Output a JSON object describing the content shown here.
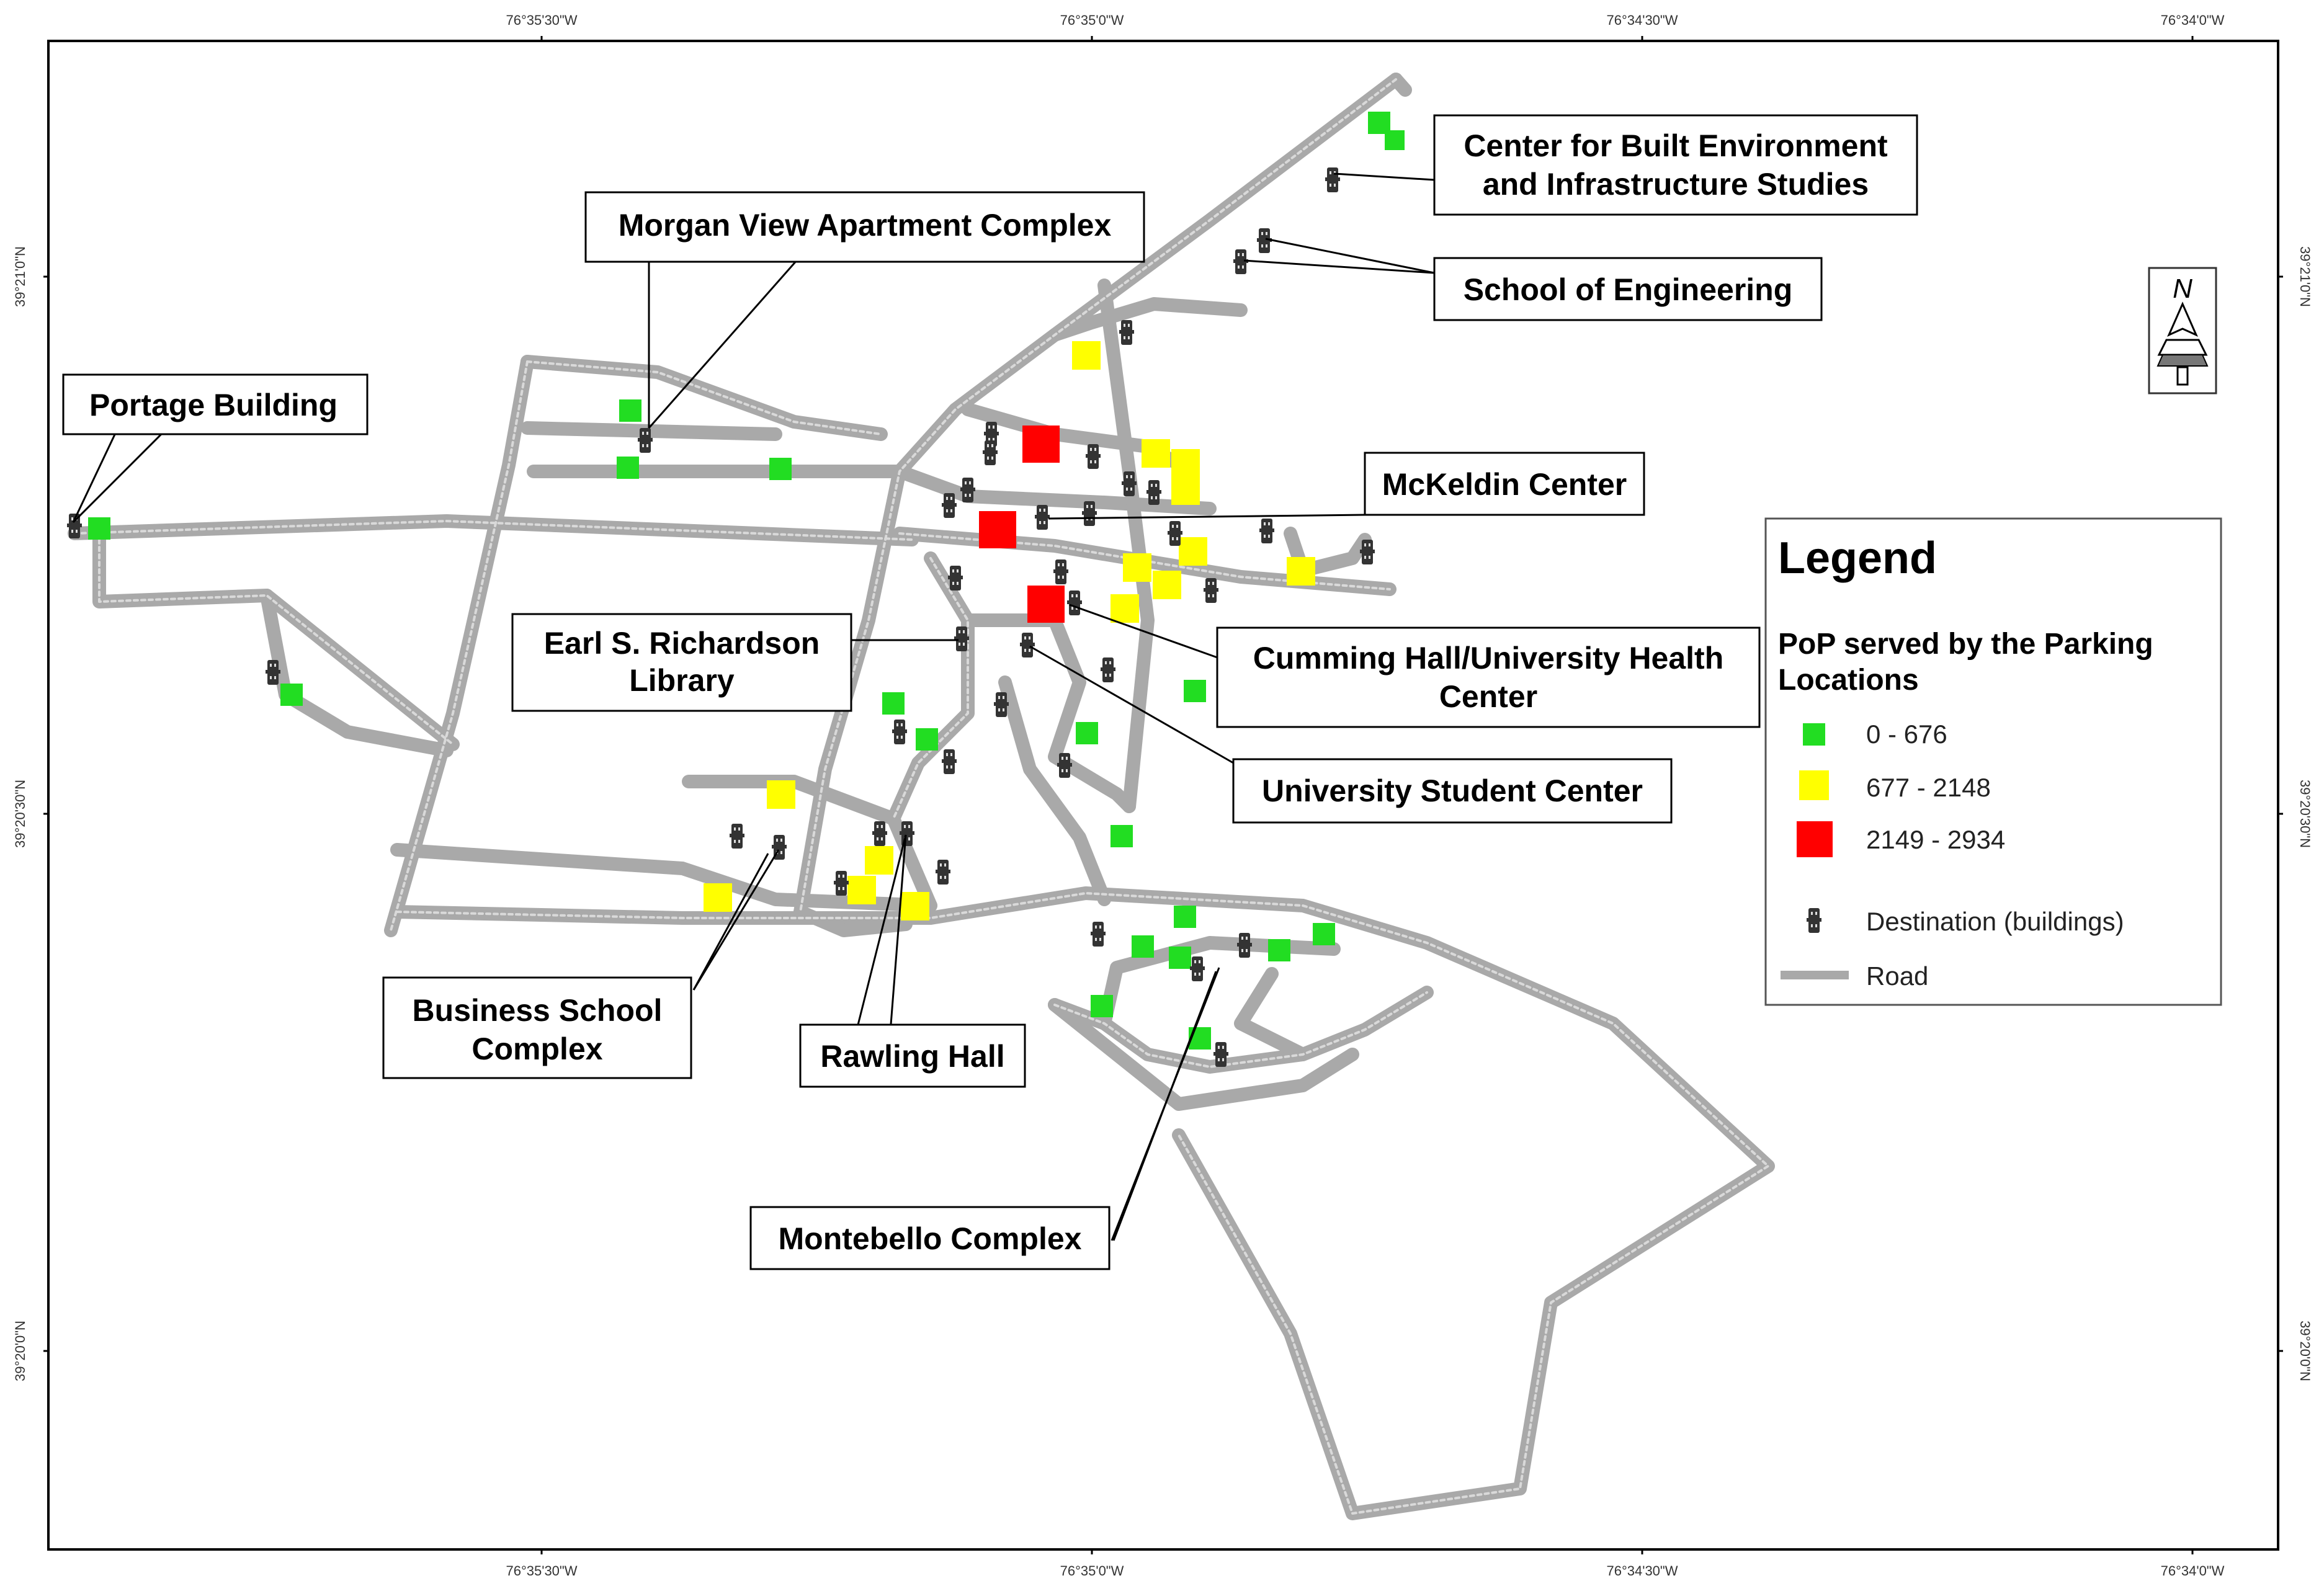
{
  "colors": {
    "road": "#a9a9a9",
    "road_center": "#d9d9d9",
    "class_low": "#22dd22",
    "class_mid": "#ffff00",
    "class_high": "#ff0000",
    "building": "#333333"
  },
  "graticule": {
    "top": [
      "76°35'30\"W",
      "76°35'0\"W",
      "76°34'30\"W",
      "76°34'0\"W"
    ],
    "bottom": [
      "76°35'30\"W",
      "76°35'0\"W",
      "76°34'30\"W",
      "76°34'0\"W"
    ],
    "left": [
      "39°21'0\"N",
      "39°20'30\"N",
      "39°20'0\"N"
    ],
    "right": [
      "39°21'0\"N",
      "39°20'30\"N",
      "39°20'0\"N"
    ]
  },
  "north_arrow": {
    "letter": "N",
    "icon": "north-arrow-icon"
  },
  "labels": {
    "center_built": [
      "Center for Built Environment",
      "and Infrastructure Studies"
    ],
    "morgan_view": [
      "Morgan View Apartment Complex"
    ],
    "school_eng": [
      "School of Engineering"
    ],
    "portage": [
      "Portage Building"
    ],
    "mckeldin": [
      "McKeldin Center"
    ],
    "richardson": [
      "Earl S. Richardson",
      "Library"
    ],
    "cumming": [
      "Cumming Hall/University Health",
      "Center"
    ],
    "student_center": [
      "University Student Center"
    ],
    "business": [
      "Business School",
      "Complex"
    ],
    "rawling": [
      "Rawling Hall"
    ],
    "montebello": [
      "Montebello Complex"
    ]
  },
  "legend": {
    "title": "Legend",
    "subtitle_line1": "PoP served by the Parking",
    "subtitle_line2": "Locations",
    "items": [
      {
        "label": "0 - 676",
        "color": "#22dd22"
      },
      {
        "label": "677 - 2148",
        "color": "#ffff00"
      },
      {
        "label": "2149 - 2934",
        "color": "#ff0000"
      }
    ],
    "destination_label": "Destination (buildings)",
    "destination_icon": "building-icon",
    "road_label": "Road"
  }
}
